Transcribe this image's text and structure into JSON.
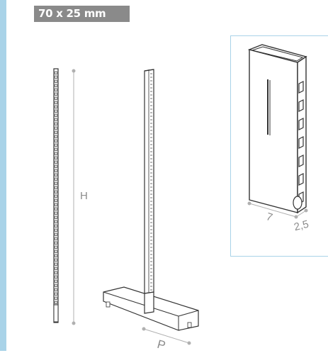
{
  "title_badge": {
    "text": "70 x 25 mm"
  },
  "dimensions": {
    "height_label": "H",
    "depth_label": "P",
    "width_label": "7",
    "thickness_label": "2,5"
  },
  "colors": {
    "accent_bar": "#a9d3e8",
    "badge_bg": "#8a8a8a",
    "line": "#333333",
    "dim_line": "#b0b0b0"
  }
}
